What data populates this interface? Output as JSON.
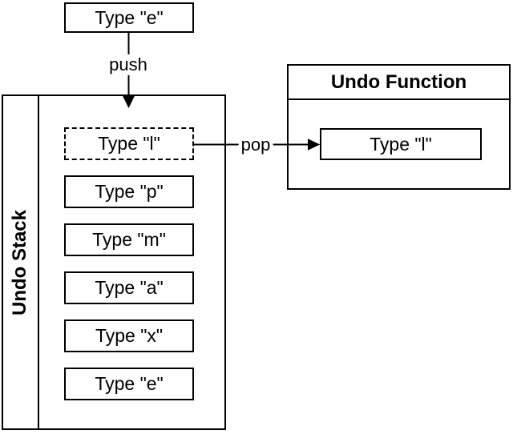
{
  "diagram": {
    "colors": {
      "stroke": "#000000",
      "fill": "#ffffff",
      "text": "#000000"
    },
    "input_box": {
      "label": "Type \"e\""
    },
    "arrows": {
      "push_label": "push",
      "pop_label": "pop"
    },
    "stack": {
      "title": "Undo Stack",
      "items": [
        {
          "label": "Type \"l\"",
          "style": "dashed"
        },
        {
          "label": "Type \"p\"",
          "style": "solid"
        },
        {
          "label": "Type \"m\"",
          "style": "solid"
        },
        {
          "label": "Type \"a\"",
          "style": "solid"
        },
        {
          "label": "Type \"x\"",
          "style": "solid"
        },
        {
          "label": "Type \"e\"",
          "style": "solid"
        }
      ]
    },
    "undo_function": {
      "title": "Undo Function",
      "item": {
        "label": "Type \"l\""
      }
    }
  }
}
